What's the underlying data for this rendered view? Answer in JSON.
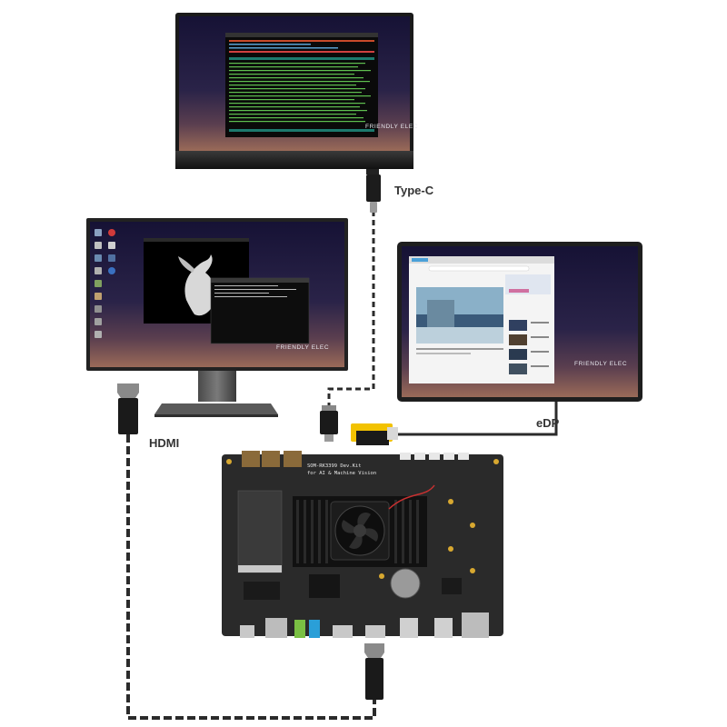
{
  "labels": {
    "type_c": "Type-C",
    "hdmi": "HDMI",
    "edp": "eDP"
  },
  "branding": {
    "monitor_brand": "FRIENDLY ELEC"
  },
  "board": {
    "silkscreen_title": "SOM-RK3399 Dev.Kit",
    "silkscreen_subtitle": "for AI & Machine Vision"
  },
  "colors": {
    "cable": "#2b2b2b",
    "hdmi_plug": "#1a1a1a",
    "pcb": "#2a2a2a",
    "heatsink": "#111111",
    "screen_dark": "#1b1838",
    "edp_connector": "#f2c200"
  },
  "icons": [
    "monitor-icon",
    "type-c-plug-icon",
    "hdmi-plug-icon",
    "fan-icon",
    "edp-connector-icon"
  ]
}
